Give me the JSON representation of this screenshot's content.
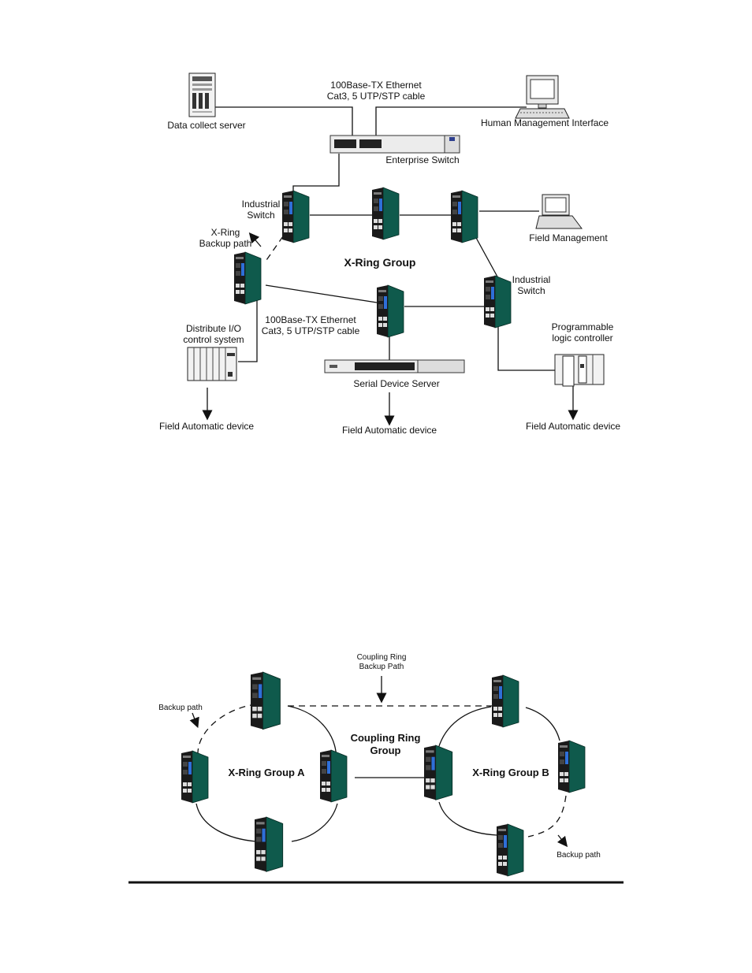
{
  "top_diagram": {
    "cable_label_top": [
      "100Base-TX Ethernet",
      "Cat3, 5 UTP/STP cable"
    ],
    "data_collect_server": "Data collect server",
    "human_management": "Human Management Interface",
    "enterprise_switch": "Enterprise Switch",
    "industrial_switch_left": [
      "Industrial",
      "Switch"
    ],
    "xring_backup_path": [
      "X-Ring",
      "Backup path"
    ],
    "field_management": "Field Management",
    "xring_group": "X-Ring Group",
    "industrial_switch_right": [
      "Industrial",
      "Switch"
    ],
    "programmable_logic": [
      "Programmable",
      "logic controller"
    ],
    "distribute_io": [
      "Distribute I/O",
      "control system"
    ],
    "cable_label_mid": [
      "100Base-TX Ethernet",
      "Cat3, 5 UTP/STP cable"
    ],
    "serial_device_server": "Serial Device Server",
    "field_device_left": "Field Automatic device",
    "field_device_mid": "Field Automatic device",
    "field_device_right": "Field Automatic device"
  },
  "bottom_diagram": {
    "coupling_backup": [
      "Coupling Ring",
      "Backup Path"
    ],
    "backup_path_left": "Backup path",
    "coupling_group": [
      "Coupling Ring",
      "Group"
    ],
    "group_a": "X-Ring Group A",
    "group_b": "X-Ring Group B",
    "backup_path_right": "Backup path"
  },
  "colors": {
    "switch_green": "#0f5a4c",
    "switch_black": "#1a1a1a",
    "line": "#111111"
  }
}
